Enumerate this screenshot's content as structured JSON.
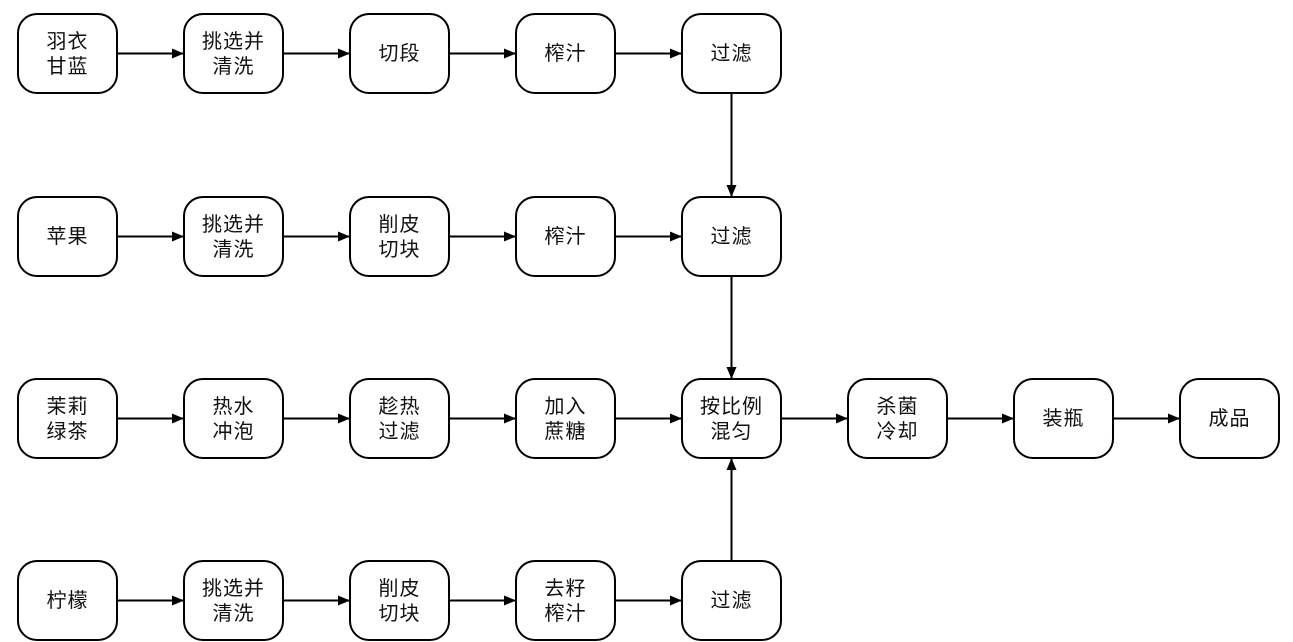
{
  "colors": {
    "stroke": "#000000",
    "text": "#111111",
    "background": "#ffffff"
  },
  "nodes": [
    {
      "id": "kale",
      "label": "羽衣\n甘蓝"
    },
    {
      "id": "kale-wash",
      "label": "挑选并\n清洗"
    },
    {
      "id": "kale-cut",
      "label": "切段"
    },
    {
      "id": "kale-juice",
      "label": "榨汁"
    },
    {
      "id": "kale-filter",
      "label": "过滤"
    },
    {
      "id": "apple",
      "label": "苹果"
    },
    {
      "id": "apple-wash",
      "label": "挑选并\n清洗"
    },
    {
      "id": "apple-peel",
      "label": "削皮\n切块"
    },
    {
      "id": "apple-juice",
      "label": "榨汁"
    },
    {
      "id": "apple-filter",
      "label": "过滤"
    },
    {
      "id": "tea",
      "label": "茉莉\n绿茶"
    },
    {
      "id": "tea-brew",
      "label": "热水\n冲泡"
    },
    {
      "id": "tea-filter",
      "label": "趁热\n过滤"
    },
    {
      "id": "tea-sugar",
      "label": "加入\n蔗糖"
    },
    {
      "id": "mix",
      "label": "按比例\n混匀"
    },
    {
      "id": "sterilize",
      "label": "杀菌\n冷却"
    },
    {
      "id": "bottle",
      "label": "装瓶"
    },
    {
      "id": "product",
      "label": "成品"
    },
    {
      "id": "lemon",
      "label": "柠檬"
    },
    {
      "id": "lemon-wash",
      "label": "挑选并\n清洗"
    },
    {
      "id": "lemon-peel",
      "label": "削皮\n切块"
    },
    {
      "id": "lemon-seed",
      "label": "去籽\n榨汁"
    },
    {
      "id": "lemon-filter",
      "label": "过滤"
    }
  ],
  "edges": [
    {
      "from": "kale",
      "to": "kale-wash"
    },
    {
      "from": "kale-wash",
      "to": "kale-cut"
    },
    {
      "from": "kale-cut",
      "to": "kale-juice"
    },
    {
      "from": "kale-juice",
      "to": "kale-filter"
    },
    {
      "from": "kale-filter",
      "to": "apple-filter"
    },
    {
      "from": "apple",
      "to": "apple-wash"
    },
    {
      "from": "apple-wash",
      "to": "apple-peel"
    },
    {
      "from": "apple-peel",
      "to": "apple-juice"
    },
    {
      "from": "apple-juice",
      "to": "apple-filter"
    },
    {
      "from": "apple-filter",
      "to": "mix"
    },
    {
      "from": "tea",
      "to": "tea-brew"
    },
    {
      "from": "tea-brew",
      "to": "tea-filter"
    },
    {
      "from": "tea-filter",
      "to": "tea-sugar"
    },
    {
      "from": "tea-sugar",
      "to": "mix"
    },
    {
      "from": "mix",
      "to": "sterilize"
    },
    {
      "from": "sterilize",
      "to": "bottle"
    },
    {
      "from": "bottle",
      "to": "product"
    },
    {
      "from": "lemon",
      "to": "lemon-wash"
    },
    {
      "from": "lemon-wash",
      "to": "lemon-peel"
    },
    {
      "from": "lemon-peel",
      "to": "lemon-seed"
    },
    {
      "from": "lemon-seed",
      "to": "lemon-filter"
    },
    {
      "from": "lemon-filter",
      "to": "mix"
    }
  ]
}
